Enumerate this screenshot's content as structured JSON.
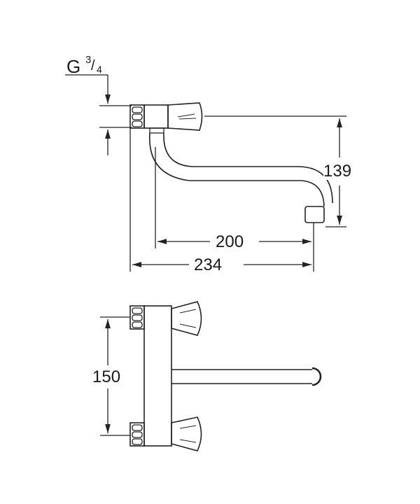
{
  "drawing": {
    "subject": "wall-mounted two-handle sink mixer with swivel S-spout",
    "side_view": {
      "thread_label": "G",
      "thread_fraction_num": "3",
      "thread_fraction_den": "4",
      "dim_height": "139",
      "dim_spout_reach": "200",
      "dim_overall_length": "234"
    },
    "front_view": {
      "dim_centers": "150"
    },
    "colors": {
      "line": "#222222",
      "background": "#ffffff"
    }
  }
}
